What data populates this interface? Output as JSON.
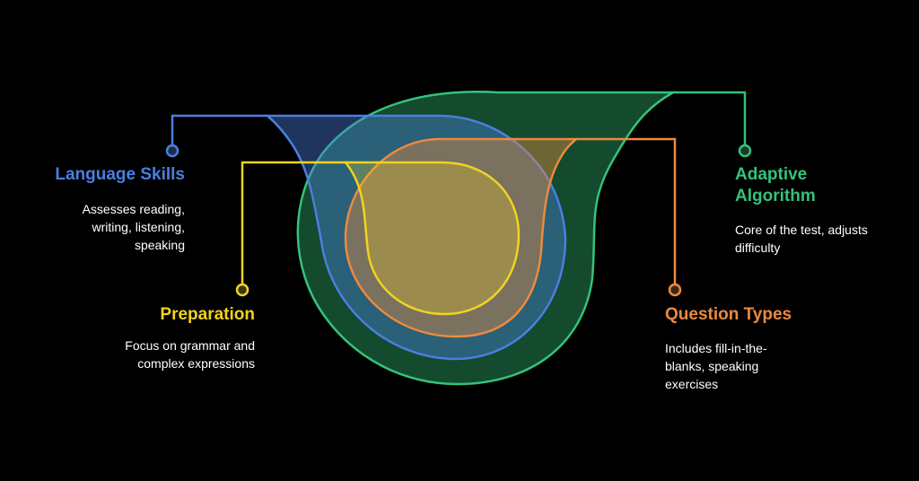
{
  "colors": {
    "background": "#000000",
    "language_skills": "#4a7fe0",
    "adaptive_algorithm": "#35c27a",
    "preparation": "#f0d321",
    "question_types": "#ec8a3f",
    "description_text": "#ffffff"
  },
  "items": {
    "language_skills": {
      "title": "Language Skills",
      "description": "Assesses reading, writing, listening, speaking"
    },
    "adaptive_algorithm": {
      "title": "Adaptive Algorithm",
      "description": "Core of the test, adjusts difficulty"
    },
    "preparation": {
      "title": "Preparation",
      "description": "Focus on grammar and complex expressions"
    },
    "question_types": {
      "title": "Question Types",
      "description": "Includes fill-in-the-blanks, speaking exercises"
    }
  }
}
